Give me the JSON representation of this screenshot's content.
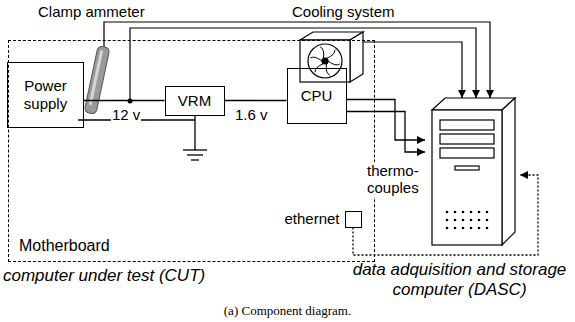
{
  "diagram": {
    "caption": "(a) Component diagram.",
    "nodes": [
      {
        "text": [
          "Motherboard",
          "computer under test (CUT)"
        ]
      },
      {
        "text": [
          "Power supply"
        ],
        "in": 0
      },
      {
        "text": [
          "VRM"
        ],
        "in": 0
      },
      {
        "text": [
          "CPU"
        ],
        "in": 0
      },
      {
        "text": [
          "ethernet"
        ],
        "in": 0
      },
      {
        "text": [
          "data adquisition and storage computer (DASC)"
        ]
      }
    ],
    "edges": [
      {
        "from": 1,
        "to": 2,
        "arrow": "none",
        "label": "12 v"
      },
      {
        "from": 2,
        "to": 3,
        "arrow": "none",
        "label": "1.6 v"
      },
      {
        "from": 3,
        "to": 5,
        "arrow": "to",
        "label": "thermo-couples"
      },
      {
        "from": 3,
        "to": 5,
        "arrow": "to"
      },
      {
        "from": 4,
        "to": 5,
        "arrow": "to"
      }
    ],
    "labels": [
      "Clamp ammeter",
      "Cooling system"
    ]
  }
}
